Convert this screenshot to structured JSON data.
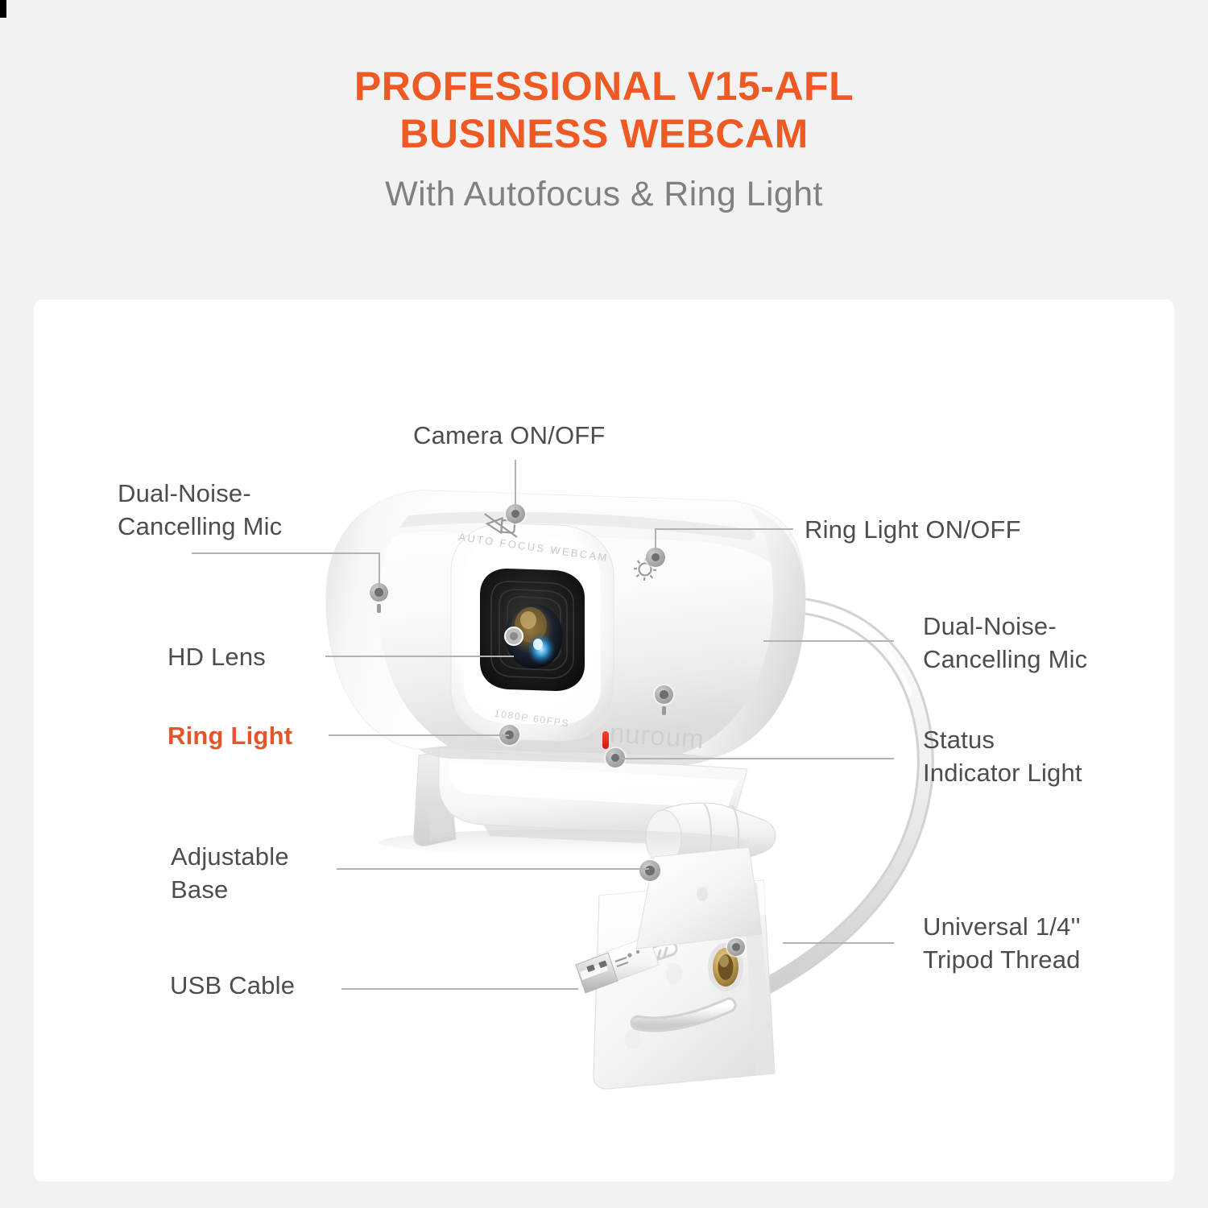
{
  "header": {
    "title_line1": "PROFESSIONAL V15-AFL",
    "title_line2": "BUSINESS WEBCAM",
    "subtitle": "With Autofocus & Ring Light"
  },
  "colors": {
    "accent_orange": "#ef5a24",
    "label_orange": "#e4562a",
    "label_gray": "#4d4d4d",
    "subtitle_gray": "#808080",
    "page_background": "#f2f2f2",
    "card_background": "#ffffff",
    "leader_line": "#b3b3b3",
    "status_led_red": "#ff3b2f"
  },
  "callouts": {
    "camera_on_off": "Camera ON/OFF",
    "dual_mic_left": "Dual-Noise-\nCancelling Mic",
    "hd_lens": "HD Lens",
    "ring_light": "Ring Light",
    "adjustable_base": "Adjustable\nBase",
    "usb_cable": "USB Cable",
    "ring_light_on_off": "Ring Light ON/OFF",
    "dual_mic_right": "Dual-Noise-\nCancelling Mic",
    "status_indicator": "Status\nIndicator Light",
    "tripod_thread": "Universal 1/4''\nTripod Thread"
  },
  "product_markings": {
    "brand": "nuroum",
    "bezel_top": "AUTO  FOCUS  WEBCAM",
    "bezel_bottom": "1080P 60FPS"
  }
}
